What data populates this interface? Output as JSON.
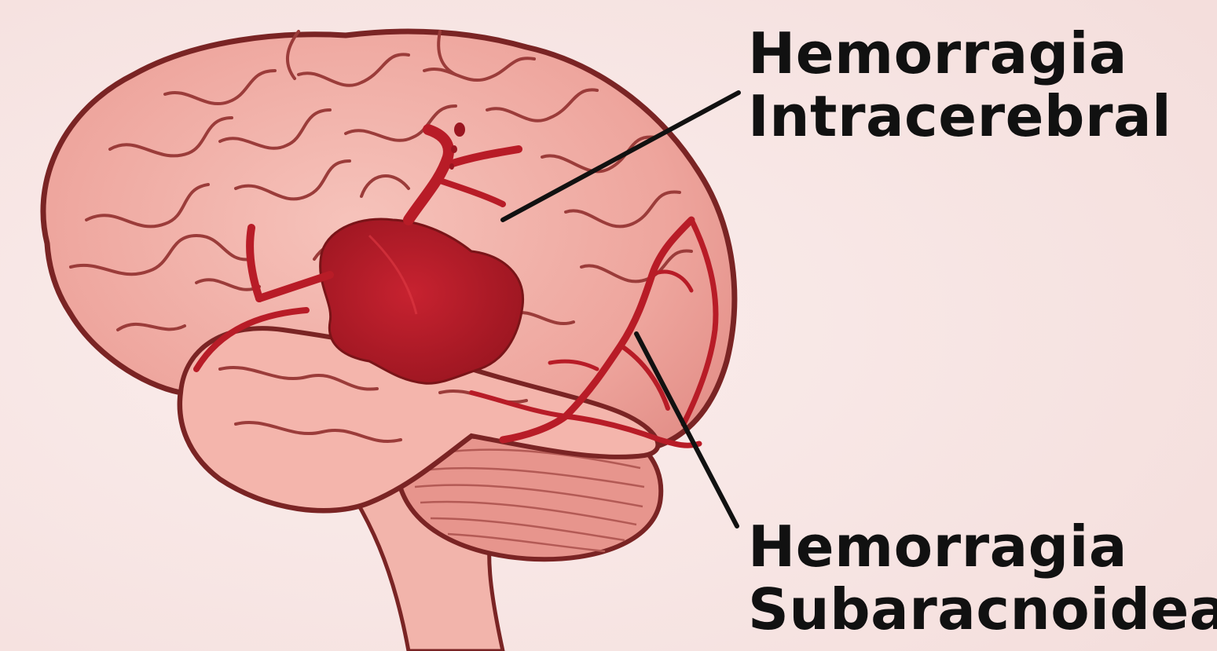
{
  "labels": {
    "intracerebral": {
      "line1": "Hemorragia",
      "line2": "Intracerebral"
    },
    "subaracnoidea": {
      "line1": "Hemorragia",
      "line2": "Subaracnoidea"
    }
  },
  "colors": {
    "background": "#f7e4e2",
    "brain_fill": "#f0a9a2",
    "brain_light": "#f6c6bf",
    "brain_outline": "#7a2424",
    "blood": "#c11f2a",
    "blood_dark": "#9a1620",
    "cerebellum": "#e7958d",
    "brainstem": "#f2b4ab",
    "leader_line": "#111111",
    "label_text": "#111111"
  },
  "icons": {
    "illustration": "brain-hemorrhage-illustration"
  }
}
